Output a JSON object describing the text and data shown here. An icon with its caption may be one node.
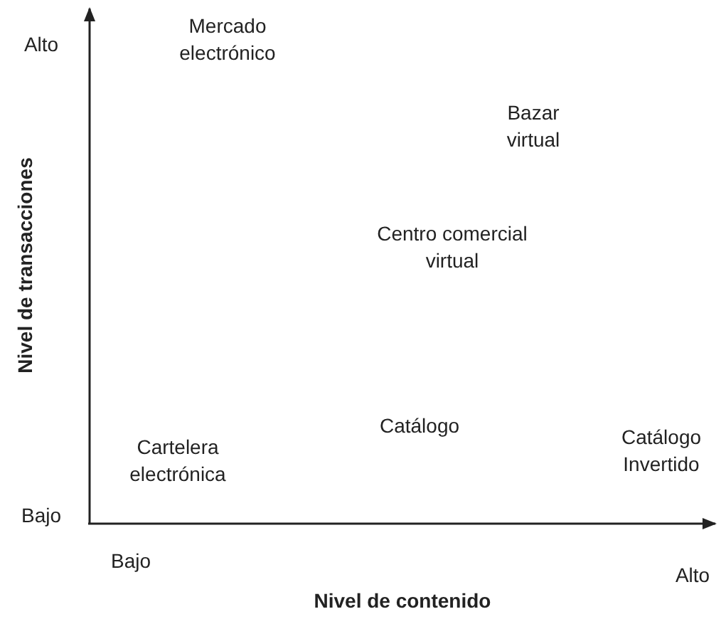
{
  "diagram": {
    "labels": [
      "Alto",
      "Mercado electrónico",
      "Nivel de transacciones",
      "Bazar virtual",
      "Centro comercial virtual",
      "Catálogo",
      "Cartelera electrónica",
      "Catálogo Invertido",
      "Bajo",
      "Bajo",
      "Alto",
      "Nivel de contenido"
    ]
  }
}
